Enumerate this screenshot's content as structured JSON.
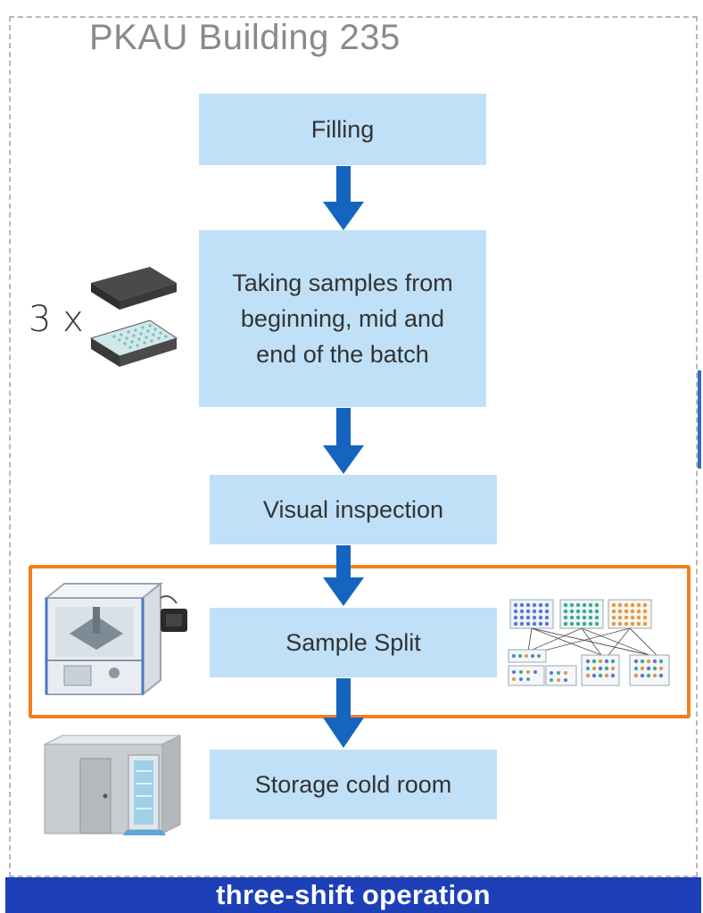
{
  "diagram": {
    "title": "PKAU  Building 235",
    "steps": [
      {
        "label": "Filling"
      },
      {
        "label": "Taking samples from beginning, mid and end of the batch"
      },
      {
        "label": "Visual inspection"
      },
      {
        "label": "Sample Split"
      },
      {
        "label": "Storage cold room"
      }
    ],
    "multiplier": "3 x",
    "footer": "three-shift operation",
    "colors": {
      "step_fill": "#bfe0f7",
      "arrow": "#1565c0",
      "highlight_border": "#f08020",
      "footer_bar": "#1d3fb8"
    },
    "icons": [
      "plate-with-lid-icon",
      "automated-sample-splitter-icon",
      "plate-split-scheme-icon",
      "cold-room-icon"
    ]
  }
}
